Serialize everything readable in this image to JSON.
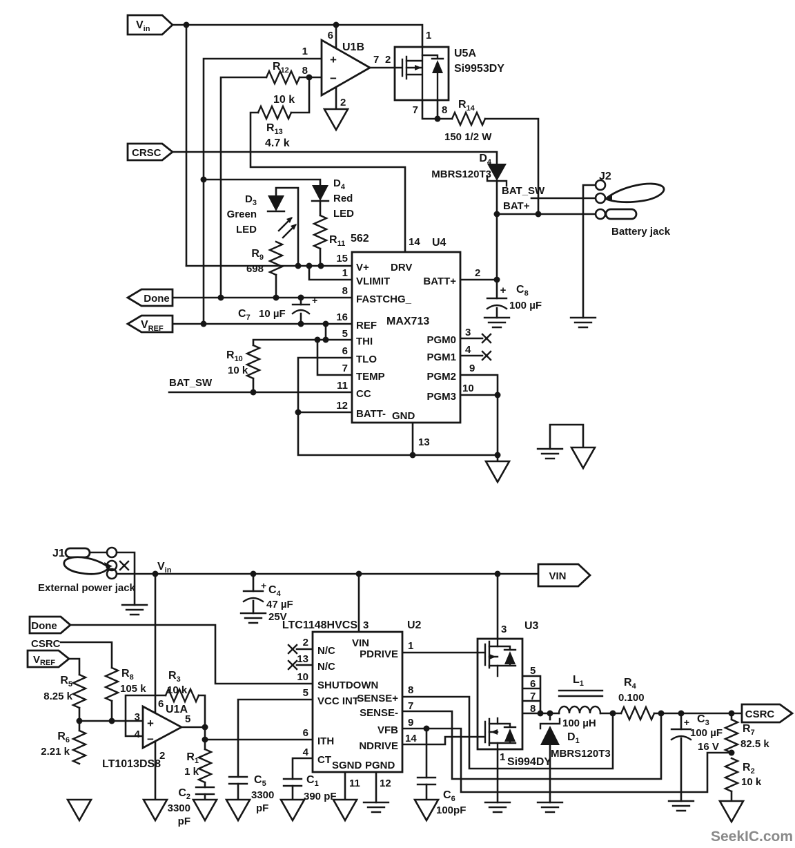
{
  "watermark": "SeekIC.com",
  "flags": {
    "vin_top": {
      "main": "V",
      "sub": "in"
    },
    "crsc": "CRSC",
    "done_top": "Done",
    "vref_top": {
      "main": "V",
      "sub": "REF"
    },
    "done_bottom": "Done",
    "csrc_net": "CSRC",
    "vref_bottom": {
      "main": "V",
      "sub": "REF"
    },
    "vin_flag": "VIN",
    "csrc_flag": "CSRC"
  },
  "nets": {
    "vin_rail": {
      "main": "V",
      "sub": "in"
    },
    "bat_plus": "BAT+",
    "bat_sw_top": "BAT_SW",
    "bat_sw_left": "BAT_SW"
  },
  "jacks": {
    "j1": {
      "ref": "J1",
      "desc": "External power jack"
    },
    "j2": {
      "ref": "J2",
      "desc": "Battery jack"
    }
  },
  "opamps": {
    "u1b": {
      "ref": "U1B",
      "plus": "+",
      "minus": "−",
      "pin_plus": "1",
      "pin_minus": "8",
      "pin_top": "6",
      "pin_out": "7",
      "pin_bot": "2"
    },
    "u1a": {
      "ref": "U1A",
      "part": "LT1013DS8",
      "plus": "+",
      "minus": "−",
      "pin_plus": "3",
      "pin_minus": "4",
      "pin_top": "6",
      "pin_out": "5",
      "pin_bot": "2"
    }
  },
  "u5": {
    "ref": "U5A",
    "part": "Si9953DY",
    "pin_top": "1",
    "pin_in": "2",
    "pin_b1": "7",
    "pin_b2": "8"
  },
  "u4": {
    "ref": "U4",
    "part": "MAX713",
    "drv": "DRV",
    "drv_pin": "14",
    "gnd": "GND",
    "gnd_pin": "13",
    "left": [
      {
        "n": "15",
        "name": "V+"
      },
      {
        "n": "1",
        "name": "VLIMIT"
      },
      {
        "n": "8",
        "name": "FASTCHG_"
      },
      {
        "n": "16",
        "name": "REF"
      },
      {
        "n": "5",
        "name": "THI"
      },
      {
        "n": "6",
        "name": "TLO"
      },
      {
        "n": "7",
        "name": "TEMP"
      },
      {
        "n": "11",
        "name": "CC"
      },
      {
        "n": "12",
        "name": "BATT-"
      }
    ],
    "right": [
      {
        "n": "2",
        "name": "BATT+"
      },
      {
        "n": "3",
        "name": "PGM0"
      },
      {
        "n": "4",
        "name": "PGM1"
      },
      {
        "n": "9",
        "name": "PGM2"
      },
      {
        "n": "10",
        "name": "PGM3"
      }
    ]
  },
  "u2": {
    "ref": "U2",
    "part": "LTC1148HVCS",
    "top": {
      "n": "3",
      "name": "VIN"
    },
    "left": [
      {
        "n": "2",
        "name": "N/C"
      },
      {
        "n": "13",
        "name": "N/C"
      },
      {
        "n": "10",
        "name": "SHUTDOWN"
      },
      {
        "n": "5",
        "name": "VCC INT"
      },
      {
        "n": "6",
        "name": "ITH"
      },
      {
        "n": "4",
        "name": "CT"
      }
    ],
    "right": [
      {
        "n": "1",
        "name": "PDRIVE"
      },
      {
        "n": "8",
        "name": "SENSE+"
      },
      {
        "n": "7",
        "name": "SENSE-"
      },
      {
        "n": "9",
        "name": "VFB"
      },
      {
        "n": "14",
        "name": "NDRIVE"
      }
    ],
    "bottom": [
      {
        "n": "11",
        "name": "SGND"
      },
      {
        "n": "12",
        "name": "PGND"
      }
    ]
  },
  "u3": {
    "ref": "U3",
    "part": "Si994DY",
    "pin_top": "3",
    "pin_bot": "1",
    "p5": "5",
    "p6": "6",
    "p7": "7",
    "p8": "8"
  },
  "r": {
    "r1": {
      "ref": "R",
      "sub": "1",
      "val": "1 k"
    },
    "r2": {
      "ref": "R",
      "sub": "2",
      "val": "10 k"
    },
    "r3": {
      "ref": "R",
      "sub": "3",
      "val": "10 k"
    },
    "r4": {
      "ref": "R",
      "sub": "4",
      "val": "0.100"
    },
    "r5": {
      "ref": "R",
      "sub": "5",
      "val": "8.25 k"
    },
    "r6": {
      "ref": "R",
      "sub": "6",
      "val": "2.21 k"
    },
    "r7": {
      "ref": "R",
      "sub": "7",
      "val": "82.5 k"
    },
    "r8": {
      "ref": "R",
      "sub": "8",
      "val": "105 k"
    },
    "r9": {
      "ref": "R",
      "sub": "9",
      "val": "698"
    },
    "r10": {
      "ref": "R",
      "sub": "10",
      "val": "10 k"
    },
    "r11": {
      "ref": "R",
      "sub": "11",
      "val": "562"
    },
    "r12": {
      "ref": "R",
      "sub": "12",
      "val": "10 k"
    },
    "r13": {
      "ref": "R",
      "sub": "13",
      "val": "4.7 k"
    },
    "r14": {
      "ref": "R",
      "sub": "14",
      "val": "150 1/2 W"
    }
  },
  "c": {
    "plus": "+",
    "c1": {
      "ref": "C",
      "sub": "1",
      "val": "390 pF"
    },
    "c2": {
      "ref": "C",
      "sub": "2",
      "val1": "3300",
      "val2": "pF"
    },
    "c3": {
      "ref": "C",
      "sub": "3",
      "val1": "100 µF",
      "val2": "16 V"
    },
    "c4": {
      "ref": "C",
      "sub": "4",
      "val1": "47 µF",
      "val2": "25V"
    },
    "c5": {
      "ref": "C",
      "sub": "5",
      "val1": "3300",
      "val2": "pF"
    },
    "c6": {
      "ref": "C",
      "sub": "6",
      "val": "100pF"
    },
    "c7": {
      "ref": "C",
      "sub": "7",
      "val": "10 µF"
    },
    "c8": {
      "ref": "C",
      "sub": "8",
      "val": "100 µF"
    }
  },
  "d": {
    "d1": {
      "ref": "D",
      "sub": "1",
      "part": "MBRS120T3"
    },
    "d3": {
      "ref": "D",
      "sub": "3",
      "line1": "Green",
      "line2": "LED"
    },
    "d4_led": {
      "ref": "D",
      "sub": "4",
      "line1": "Red",
      "line2": "LED"
    },
    "d4_sch": {
      "ref": "D",
      "sub": "4",
      "part": "MBRS120T3"
    }
  },
  "l": {
    "l1": {
      "ref": "L",
      "sub": "1",
      "val": "100 µH"
    }
  }
}
